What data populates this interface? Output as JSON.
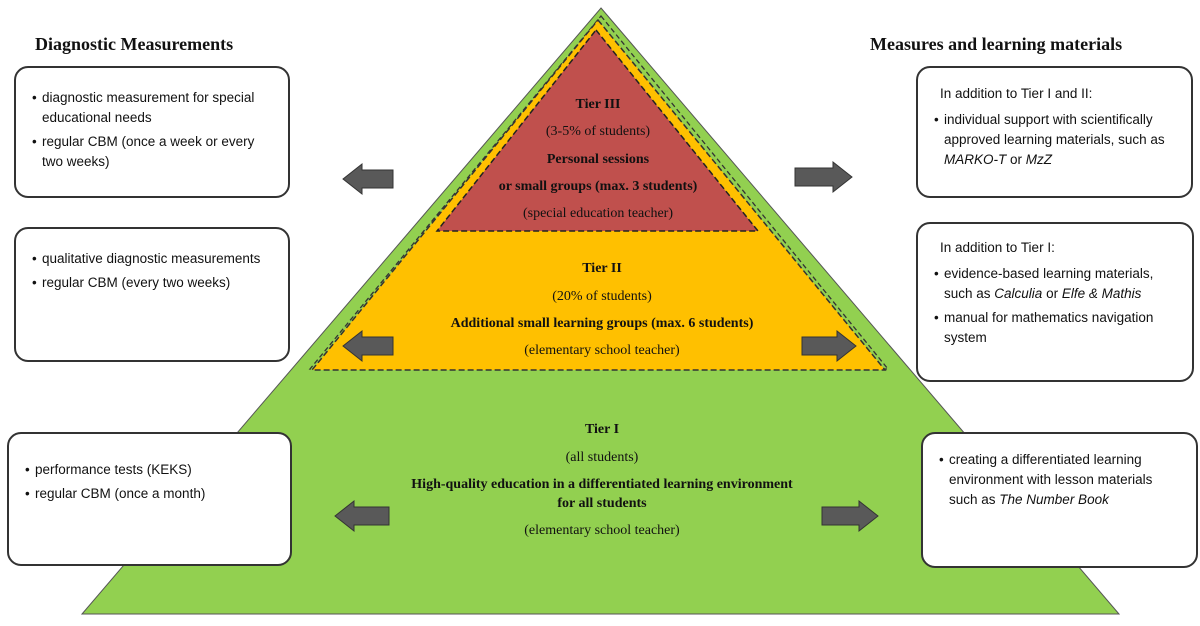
{
  "titles": {
    "left": "Diagnostic Measurements",
    "right": "Measures and learning materials"
  },
  "pyramid": {
    "tier3": {
      "name": "Tier III",
      "share": "(3-5% of students)",
      "line1": "Personal sessions",
      "line2": "or small groups (max. 3 students)",
      "teacher": "(special education teacher)",
      "color": "#c0504d"
    },
    "tier2": {
      "name": "Tier II",
      "share": "(20% of students)",
      "line1": "Additional small learning groups (max. 6 students)",
      "teacher": "(elementary school teacher)",
      "color": "#ffc000"
    },
    "tier1": {
      "name": "Tier I",
      "share": "(all students)",
      "line1": "High-quality education in a differentiated learning environment",
      "line2": "for all students",
      "teacher": "(elementary school teacher)",
      "color": "#92d050"
    }
  },
  "diagnostic": {
    "tier3": [
      "diagnostic measurement for special educational needs",
      "regular CBM (once a week or every  two weeks)"
    ],
    "tier2": [
      "qualitative diagnostic measurements",
      "regular CBM (every two weeks)"
    ],
    "tier1": [
      "performance tests (KEKS)",
      "regular CBM (once a month)"
    ]
  },
  "measures": {
    "tier3": {
      "intro": "In addition to Tier I and II:",
      "items": [
        {
          "text": "individual support with scientifically approved learning materials, such as ",
          "em1": "MARKO-T",
          "mid": " or ",
          "em2": "MzZ"
        }
      ]
    },
    "tier2": {
      "intro": "In addition to Tier I:",
      "items": [
        {
          "text": "evidence-based learning materials, such as ",
          "em1": "Calculia",
          "mid": " or ",
          "em2": "Elfe & Mathis"
        },
        {
          "text": "manual for mathematics navigation system"
        }
      ]
    },
    "tier1": {
      "items": [
        {
          "text": "creating a differentiated learning environment with lesson materials such as ",
          "em1": "The Number Book"
        }
      ]
    }
  },
  "colors": {
    "arrow": "#595959",
    "outline": "#333333"
  }
}
